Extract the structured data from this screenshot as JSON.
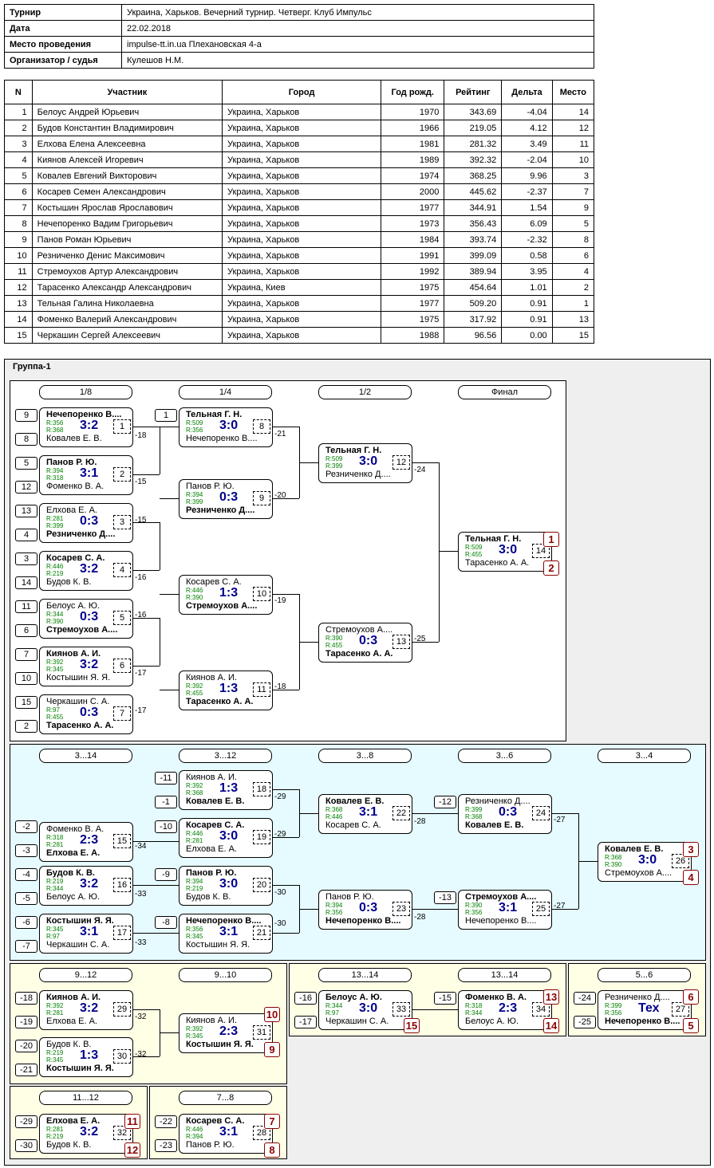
{
  "info": {
    "rows": [
      {
        "k": "Турнир",
        "v": "Украина, Харьков. Вечерний турнир. Четверг. Клуб Импульс"
      },
      {
        "k": "Дата",
        "v": "22.02.2018"
      },
      {
        "k": "Место проведения",
        "v": "impulse-tt.in.ua Плехановская 4-а"
      },
      {
        "k": "Организатор / судья",
        "v": "Кулешов Н.М."
      }
    ]
  },
  "table": {
    "headers": [
      "N",
      "Участник",
      "Город",
      "Год рожд.",
      "Рейтинг",
      "Дельта",
      "Место"
    ],
    "rows": [
      [
        "1",
        "Белоус Андрей Юрьевич",
        "Украина, Харьков",
        "1970",
        "343.69",
        "-4.04",
        "14"
      ],
      [
        "2",
        "Будов Константин Владимирович",
        "Украина, Харьков",
        "1966",
        "219.05",
        "4.12",
        "12"
      ],
      [
        "3",
        "Елхова Елена Алексеевна",
        "Украина, Харьков",
        "1981",
        "281.32",
        "3.49",
        "11"
      ],
      [
        "4",
        "Киянов Алексей Игоревич",
        "Украина, Харьков",
        "1989",
        "392.32",
        "-2.04",
        "10"
      ],
      [
        "5",
        "Ковалев Евгений Викторович",
        "Украина, Харьков",
        "1974",
        "368.25",
        "9.96",
        "3"
      ],
      [
        "6",
        "Косарев Семен Александрович",
        "Украина, Харьков",
        "2000",
        "445.62",
        "-2.37",
        "7"
      ],
      [
        "7",
        "Костышин Ярослав Ярославович",
        "Украина, Харьков",
        "1977",
        "344.91",
        "1.54",
        "9"
      ],
      [
        "8",
        "Нечепоренко Вадим Григорьевич",
        "Украина, Харьков",
        "1973",
        "356.43",
        "6.09",
        "5"
      ],
      [
        "9",
        "Панов Роман Юрьевич",
        "Украина, Харьков",
        "1984",
        "393.74",
        "-2.32",
        "8"
      ],
      [
        "10",
        "Резниченко Денис Максимович",
        "Украина, Харьков",
        "1991",
        "399.09",
        "0.58",
        "6"
      ],
      [
        "11",
        "Стремоухов Артур Александрович",
        "Украина, Харьков",
        "1992",
        "389.94",
        "3.95",
        "4"
      ],
      [
        "12",
        "Тарасенко Александр Александрович",
        "Украина, Киев",
        "1975",
        "454.64",
        "1.01",
        "2"
      ],
      [
        "13",
        "Тельная Галина Николаевна",
        "Украина, Харьков",
        "1977",
        "509.20",
        "0.91",
        "1"
      ],
      [
        "14",
        "Фоменко Валерий Александрович",
        "Украина, Харьков",
        "1975",
        "317.92",
        "0.91",
        "13"
      ],
      [
        "15",
        "Черкашин Сергей Алексеевич",
        "Украина, Харьков",
        "1988",
        "96.56",
        "0.00",
        "15"
      ]
    ]
  },
  "group": {
    "title": "Группа-1",
    "headers": [
      "1/8",
      "1/4",
      "1/2",
      "Финал",
      "3...14",
      "3...12",
      "3...8",
      "3...6",
      "3...4",
      "9...12",
      "9...10",
      "13...14",
      "13...14",
      "5...6",
      "11...12",
      "7...8"
    ],
    "matches": [
      {
        "p1": "Нечепоренко В....",
        "r1": "R:356",
        "r2": "R:368",
        "p2": "Ковалев Е. В.",
        "score": "3:2",
        "num": "1",
        "w": 1
      },
      {
        "p1": "Панов Р. Ю.",
        "r1": "R:394",
        "r2": "R:318",
        "p2": "Фоменко В. А.",
        "score": "3:1",
        "num": "2",
        "w": 1
      },
      {
        "p1": "Елхова Е. А.",
        "r1": "R:281",
        "r2": "R:399",
        "p2": "Резниченко Д....",
        "score": "0:3",
        "num": "3",
        "w": 2
      },
      {
        "p1": "Косарев С. А.",
        "r1": "R:446",
        "r2": "R:219",
        "p2": "Будов К. В.",
        "score": "3:2",
        "num": "4",
        "w": 1
      },
      {
        "p1": "Белоус А. Ю.",
        "r1": "R:344",
        "r2": "R:390",
        "p2": "Стремоухов А....",
        "score": "0:3",
        "num": "5",
        "w": 2
      },
      {
        "p1": "Киянов А. И.",
        "r1": "R:392",
        "r2": "R:345",
        "p2": "Костышин Я. Я.",
        "score": "3:2",
        "num": "6",
        "w": 1
      },
      {
        "p1": "Черкашин С. А.",
        "r1": "R:97",
        "r2": "R:455",
        "p2": "Тарасенко А. А.",
        "score": "0:3",
        "num": "7",
        "w": 2
      },
      {
        "p1": "Тельная Г. Н.",
        "r1": "R:509",
        "r2": "R:356",
        "p2": "Нечепоренко В....",
        "score": "3:0",
        "num": "8",
        "w": 1
      },
      {
        "p1": "Панов Р. Ю.",
        "r1": "R:394",
        "r2": "R:399",
        "p2": "Резниченко Д....",
        "score": "0:3",
        "num": "9",
        "w": 2
      },
      {
        "p1": "Косарев С. А.",
        "r1": "R:446",
        "r2": "R:390",
        "p2": "Стремоухов А....",
        "score": "1:3",
        "num": "10",
        "w": 2
      },
      {
        "p1": "Киянов А. И.",
        "r1": "R:392",
        "r2": "R:455",
        "p2": "Тарасенко А. А.",
        "score": "1:3",
        "num": "11",
        "w": 2
      },
      {
        "p1": "Тельная Г. Н.",
        "r1": "R:509",
        "r2": "R:399",
        "p2": "Резниченко Д....",
        "score": "3:0",
        "num": "12",
        "w": 1
      },
      {
        "p1": "Стремоухов А....",
        "r1": "R:390",
        "r2": "R:455",
        "p2": "Тарасенко А. А.",
        "score": "0:3",
        "num": "13",
        "w": 2
      },
      {
        "p1": "Тельная Г. Н.",
        "r1": "R:509",
        "r2": "R:455",
        "p2": "Тарасенко А. А.",
        "score": "3:0",
        "num": "14",
        "w": 1
      },
      {
        "p1": "Фоменко В. А.",
        "r1": "R:318",
        "r2": "R:281",
        "p2": "Елхова Е. А.",
        "score": "2:3",
        "num": "15",
        "w": 2
      },
      {
        "p1": "Будов К. В.",
        "r1": "R:219",
        "r2": "R:344",
        "p2": "Белоус А. Ю.",
        "score": "3:2",
        "num": "16",
        "w": 1
      },
      {
        "p1": "Костышин Я. Я.",
        "r1": "R:345",
        "r2": "R:97",
        "p2": "Черкашин С. А.",
        "score": "3:1",
        "num": "17",
        "w": 1
      },
      {
        "p1": "Киянов А. И.",
        "r1": "R:392",
        "r2": "R:368",
        "p2": "Ковалев Е. В.",
        "score": "1:3",
        "num": "18",
        "w": 2
      },
      {
        "p1": "Косарев С. А.",
        "r1": "R:446",
        "r2": "R:281",
        "p2": "Елхова Е. А.",
        "score": "3:0",
        "num": "19",
        "w": 1
      },
      {
        "p1": "Панов Р. Ю.",
        "r1": "R:394",
        "r2": "R:219",
        "p2": "Будов К. В.",
        "score": "3:0",
        "num": "20",
        "w": 1
      },
      {
        "p1": "Нечепоренко В....",
        "r1": "R:356",
        "r2": "R:345",
        "p2": "Костышин Я. Я.",
        "score": "3:1",
        "num": "21",
        "w": 1
      },
      {
        "p1": "Ковалев Е. В.",
        "r1": "R:368",
        "r2": "R:446",
        "p2": "Косарев С. А.",
        "score": "3:1",
        "num": "22",
        "w": 1
      },
      {
        "p1": "Панов Р. Ю.",
        "r1": "R:394",
        "r2": "R:356",
        "p2": "Нечепоренко В....",
        "score": "0:3",
        "num": "23",
        "w": 2
      },
      {
        "p1": "Резниченко Д....",
        "r1": "R:399",
        "r2": "R:368",
        "p2": "Ковалев Е. В.",
        "score": "0:3",
        "num": "24",
        "w": 2
      },
      {
        "p1": "Стремоухов А....",
        "r1": "R:390",
        "r2": "R:356",
        "p2": "Нечепоренко В....",
        "score": "3:1",
        "num": "25",
        "w": 1
      },
      {
        "p1": "Ковалев Е. В.",
        "r1": "R:368",
        "r2": "R:390",
        "p2": "Стремоухов А....",
        "score": "3:0",
        "num": "26",
        "w": 1
      },
      {
        "p1": "Резниченко Д....",
        "r1": "R:399",
        "r2": "R:356",
        "p2": "Нечепоренко В....",
        "score": "Тех",
        "num": "27",
        "w": 2
      },
      {
        "p1": "Белоус А. Ю.",
        "r1": "R:344",
        "r2": "R:97",
        "p2": "Черкашин С. А.",
        "score": "3:0",
        "num": "33",
        "w": 1
      },
      {
        "p1": "Фоменко В. А.",
        "r1": "R:318",
        "r2": "R:344",
        "p2": "Белоус А. Ю.",
        "score": "2:3",
        "num": "34",
        "w": 1
      },
      {
        "p1": "Киянов А. И.",
        "r1": "R:392",
        "r2": "R:281",
        "p2": "Елхова Е. А.",
        "score": "3:2",
        "num": "29",
        "w": 1
      },
      {
        "p1": "Будов К. В.",
        "r1": "R:219",
        "r2": "R:345",
        "p2": "Костышин Я. Я.",
        "score": "1:3",
        "num": "30",
        "w": 2
      },
      {
        "p1": "Киянов А. И.",
        "r1": "R:392",
        "r2": "R:345",
        "p2": "Костышин Я. Я.",
        "score": "2:3",
        "num": "31",
        "w": 2
      },
      {
        "p1": "Елхова Е. А.",
        "r1": "R:281",
        "r2": "R:219",
        "p2": "Будов К. В.",
        "score": "3:2",
        "num": "32",
        "w": 1
      },
      {
        "p1": "Косарев С. А.",
        "r1": "R:446",
        "r2": "R:394",
        "p2": "Панов Р. Ю.",
        "score": "3:1",
        "num": "28",
        "w": 1
      }
    ],
    "seeds": [
      "9",
      "8",
      "5",
      "12",
      "13",
      "4",
      "3",
      "14",
      "11",
      "6",
      "7",
      "10",
      "15",
      "2",
      "1",
      "-11",
      "-1",
      "-2",
      "-10",
      "-3",
      "-12",
      "-4",
      "-9",
      "-5",
      "-13",
      "-6",
      "-8",
      "-7",
      "-18",
      "-19",
      "-20",
      "-21",
      "-16",
      "-17",
      "-15",
      "-24",
      "-25",
      "-29",
      "-30",
      "-22",
      "-23"
    ],
    "labels": [
      "-18",
      "-15",
      "-15",
      "-16",
      "-16",
      "-17",
      "-17",
      "-21",
      "-20",
      "-19",
      "-18",
      "-24",
      "-25",
      "-29",
      "-29",
      "-34",
      "-33",
      "-30",
      "-30",
      "-33",
      "-28",
      "-27",
      "-28",
      "-27",
      "-32",
      "-32"
    ],
    "places": [
      "1",
      "2",
      "3",
      "4",
      "13",
      "14",
      "15",
      "6",
      "5",
      "10",
      "9",
      "11",
      "12",
      "7",
      "8"
    ]
  }
}
